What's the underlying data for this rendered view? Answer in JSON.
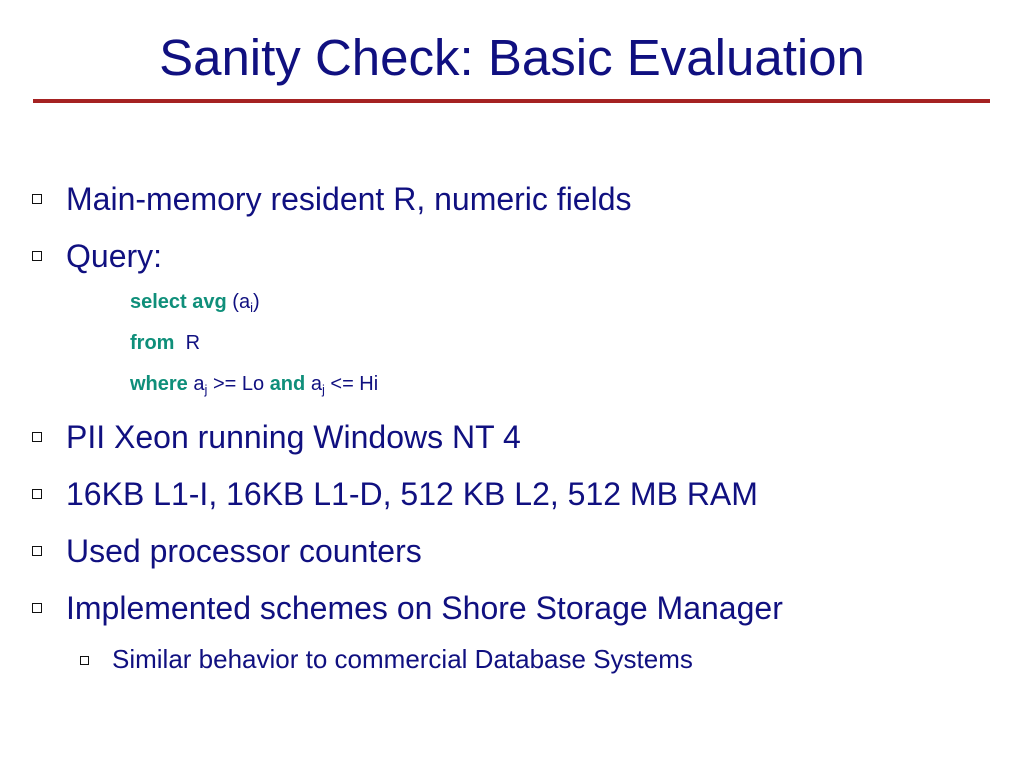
{
  "slide": {
    "title": "Sanity Check: Basic Evaluation",
    "accent_color": "#a52222",
    "title_color": "#101080",
    "keyword_color": "#0f8f7a"
  },
  "bullets": [
    {
      "text": "Main-memory resident R, numeric fields"
    },
    {
      "text": "Query:"
    },
    {
      "text": "PII Xeon running Windows NT 4"
    },
    {
      "text": "16KB L1-I, 16KB L1-D, 512 KB L2, 512 MB RAM"
    },
    {
      "text": "Used processor counters"
    },
    {
      "text": "Implemented schemes on Shore Storage Manager"
    }
  ],
  "sub_bullets": [
    {
      "text": "Similar behavior to commercial Database Systems"
    }
  ],
  "query": {
    "line1": {
      "kw": "select avg",
      "open": "(a",
      "sub": "i",
      "close": ")"
    },
    "line2": {
      "kw": "from",
      "rel": "R"
    },
    "line3": {
      "kw1": "where",
      "a1": "a",
      "sub1": "j",
      "op1": ">= Lo",
      "kw2": "and",
      "a2": "a",
      "sub2": "j",
      "op2": "<= Hi"
    }
  }
}
